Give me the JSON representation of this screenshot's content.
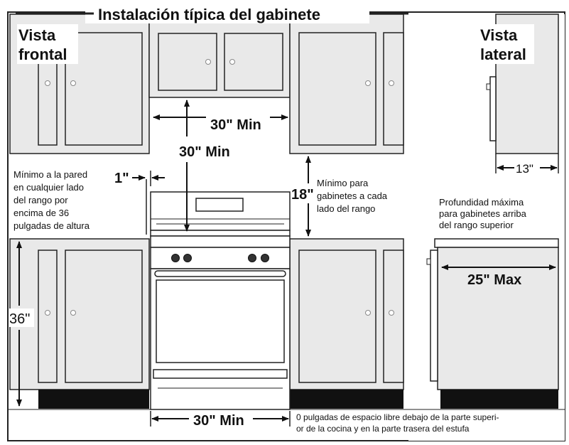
{
  "title": "Instalación típica del gabinete",
  "front_view": {
    "line1": "Vista",
    "line2": "frontal"
  },
  "side_view": {
    "line1": "Vista",
    "line2": "lateral"
  },
  "dims": {
    "upper_gap_width": {
      "value": "30\"",
      "unit": " Min"
    },
    "range_to_upper": {
      "value": "30\"",
      "unit": " Min"
    },
    "wall_gap": "1\"",
    "upper_height": "18\"",
    "side_depth_upper": "13\"",
    "base_height": "36\"",
    "range_width": {
      "value": "30\"",
      "unit": " Min"
    },
    "max_depth": {
      "value": "25\"",
      "unit": " Max"
    }
  },
  "notes": {
    "wall_min": [
      "Mínimo a la pared",
      "en cualquier lado",
      "del rango por",
      "encima de 36",
      "pulgadas de altura"
    ],
    "min_cabinets": [
      "Mínimo para",
      "gabinetes a cada",
      "lado del rango"
    ],
    "max_depth": [
      "Profundidad máxima",
      "para gabinetes arriba",
      "del rango superior"
    ],
    "bottom_clearance": [
      "0 pulgadas de espacio libre debajo de la parte superi-",
      "or de la cocina y en la parte trasera del estufa"
    ]
  },
  "colors": {
    "cabinet": "#e9e9e9",
    "outline": "#222222",
    "toe_kick": "#111111",
    "background": "#ffffff"
  }
}
